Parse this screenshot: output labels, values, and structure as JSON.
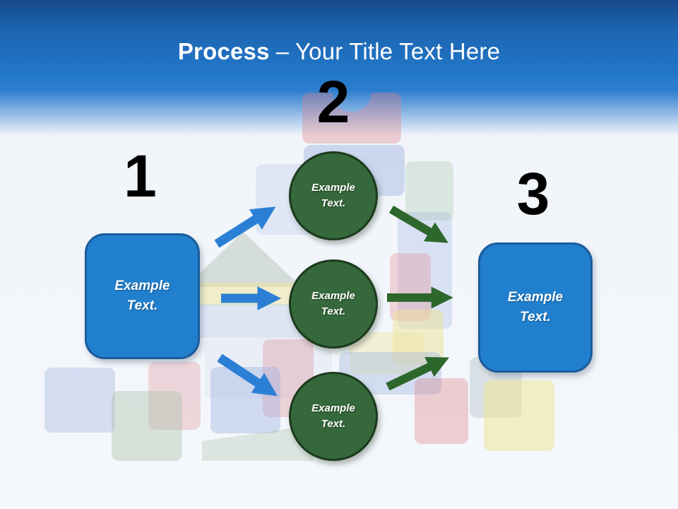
{
  "header": {
    "title_bold": "Process",
    "title_regular": "– Your Title Text Here"
  },
  "diagram": {
    "step1": {
      "number": "1",
      "box_label": "Example Text."
    },
    "step2": {
      "number": "2",
      "circle_labels": [
        "Example Text.",
        "Example Text.",
        "Example Text."
      ]
    },
    "step3": {
      "number": "3",
      "box_label": "Example Text."
    }
  },
  "colors": {
    "header_blue_dark": "#15498a",
    "header_blue": "#2277ca",
    "box_fill": "#2180ce",
    "box_border": "#1a5c9c",
    "circle_fill": "#35683a",
    "circle_border": "#1c3a1d",
    "arrow_blue": "#2b80d5",
    "arrow_green": "#2e672c",
    "number_color": "#000000",
    "title_color": "#ffffff"
  }
}
